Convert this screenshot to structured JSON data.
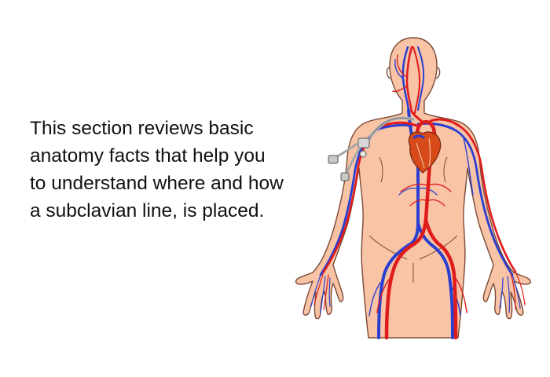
{
  "intro": {
    "lines": [
      "This section reviews basic",
      "anatomy facts that help you",
      "to understand where and how",
      "a subclavian line, is placed."
    ]
  },
  "illustration": {
    "icon": "anatomy-illustration-icon",
    "colors": {
      "skin": "#f9c4a6",
      "skin_outline": "#7a4a35",
      "artery": "#e01b1b",
      "vein": "#2a3fd0",
      "heart": "#d94a1a",
      "catheter": "#b9b9b9"
    }
  }
}
